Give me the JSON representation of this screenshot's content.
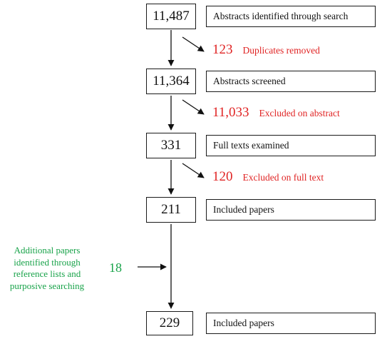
{
  "theme": {
    "ink": "#111111",
    "excluded_color": "#e02424",
    "additional_color": "#19a34a"
  },
  "steps": [
    {
      "count": "11,487",
      "label": "Abstracts identified through search"
    },
    {
      "count": "11,364",
      "label": "Abstracts screened"
    },
    {
      "count": "331",
      "label": "Full texts examined"
    },
    {
      "count": "211",
      "label": "Included papers"
    },
    {
      "count": "229",
      "label": "Included papers"
    }
  ],
  "exclusions": [
    {
      "count": "123",
      "label": "Duplicates removed"
    },
    {
      "count": "11,033",
      "label": "Excluded on abstract"
    },
    {
      "count": "120",
      "label": "Excluded on full text"
    }
  ],
  "additional": {
    "lines": [
      "Additional papers",
      "identified through",
      "reference lists and",
      "purposive searching"
    ],
    "count": "18"
  }
}
